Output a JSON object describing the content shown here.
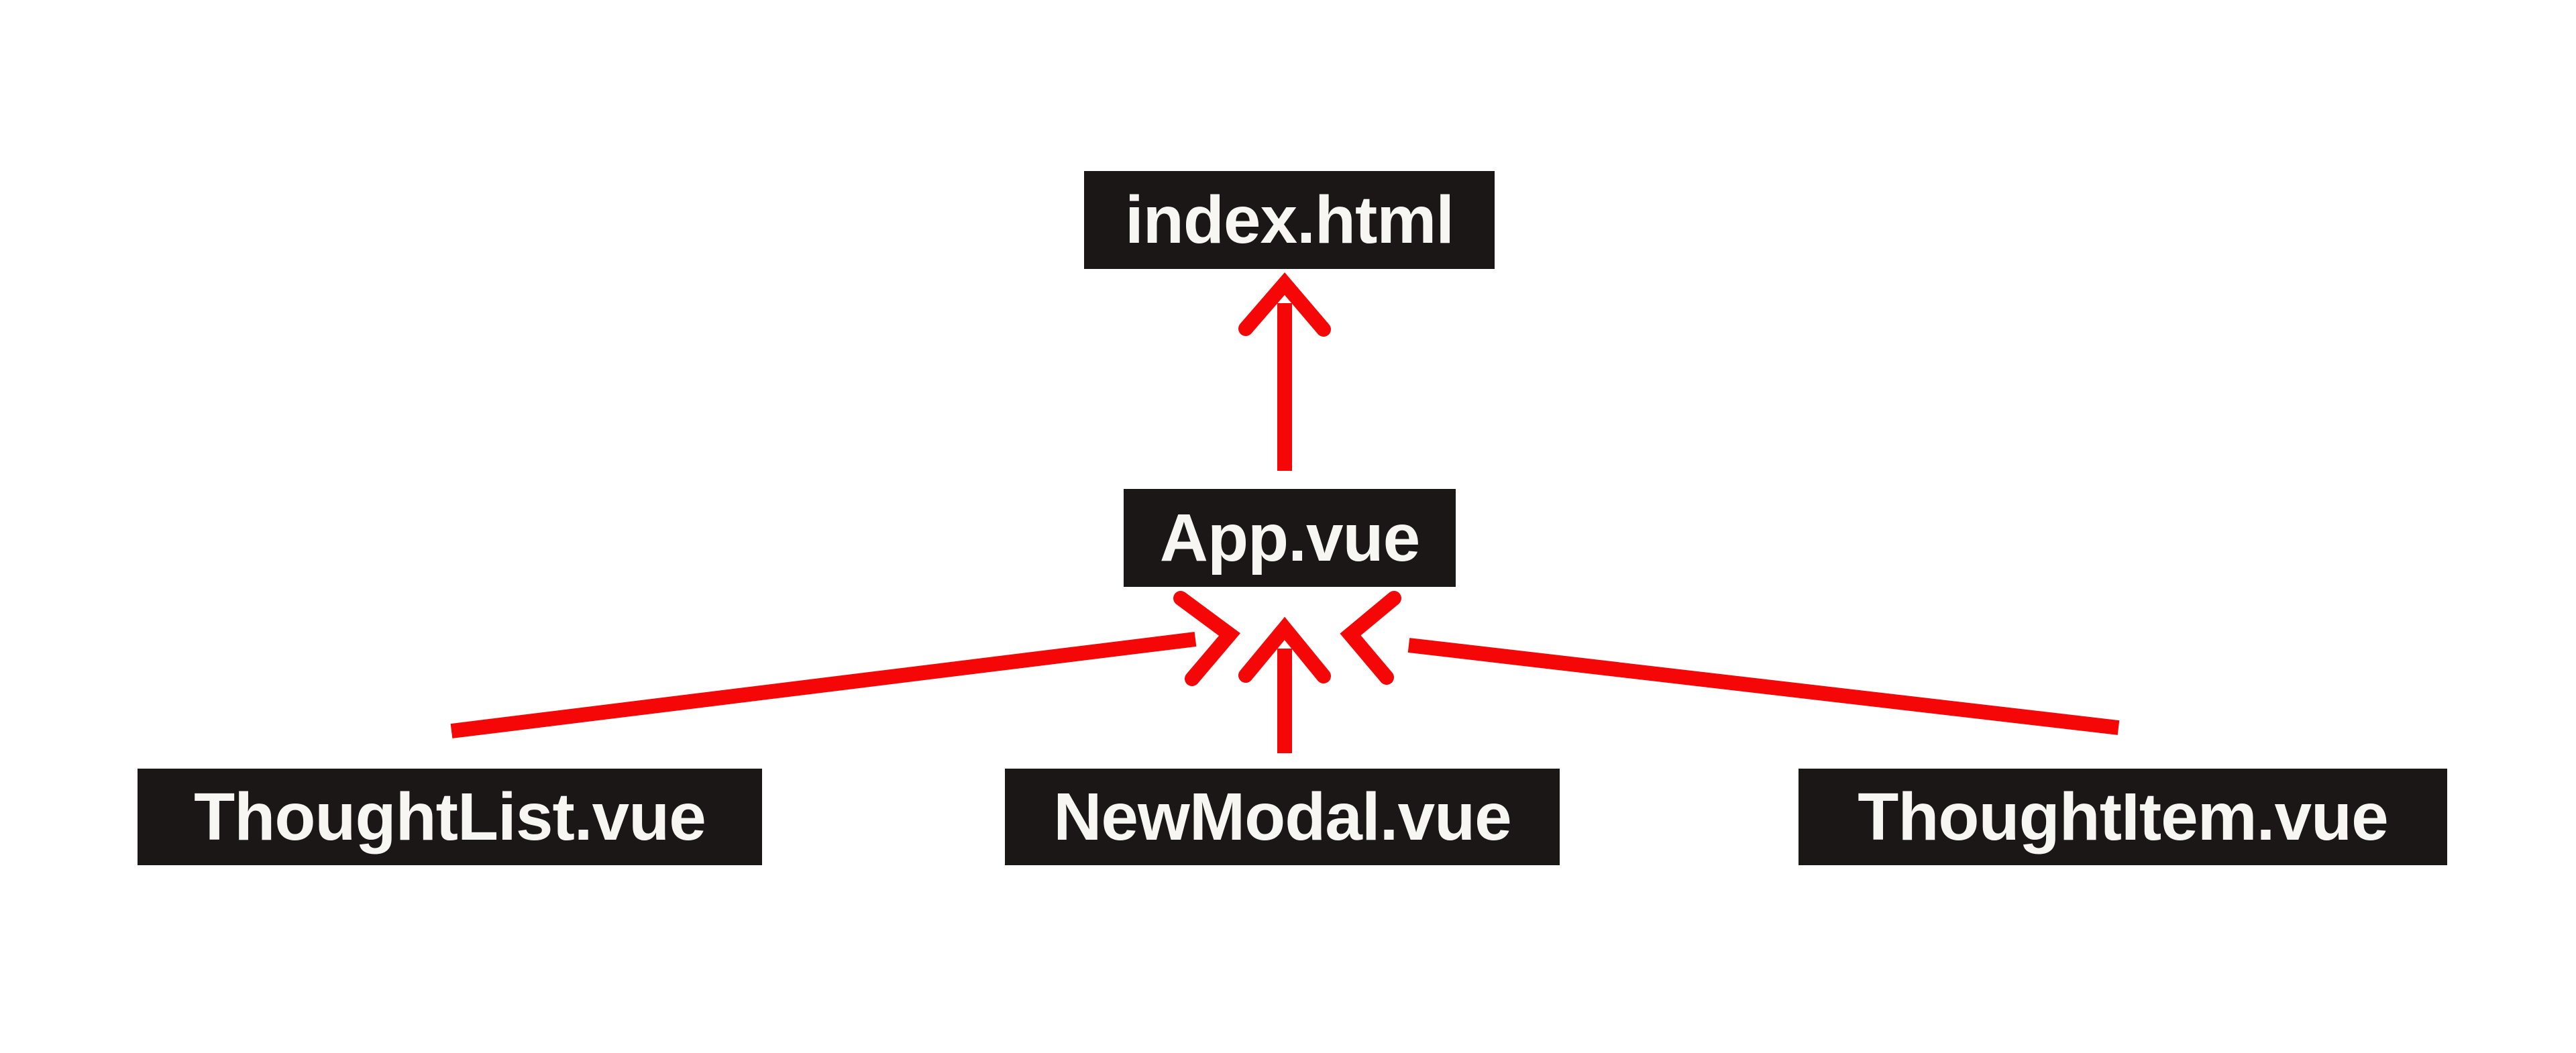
{
  "diagram": {
    "background": "#ffffff",
    "colors": {
      "node_bg": "#1b1717",
      "node_text": "#f8f6f2",
      "arrow": "#f60707"
    },
    "nodes": {
      "index_html": {
        "label": "index.html"
      },
      "app_vue": {
        "label": "App.vue"
      },
      "thought_list_vue": {
        "label": "ThoughtList.vue"
      },
      "new_modal_vue": {
        "label": "NewModal.vue"
      },
      "thought_item_vue": {
        "label": "ThoughtItem.vue"
      }
    },
    "edges": [
      {
        "from": "App.vue",
        "to": "index.html"
      },
      {
        "from": "ThoughtList.vue",
        "to": "App.vue"
      },
      {
        "from": "NewModal.vue",
        "to": "App.vue"
      },
      {
        "from": "ThoughtItem.vue",
        "to": "App.vue"
      }
    ]
  }
}
